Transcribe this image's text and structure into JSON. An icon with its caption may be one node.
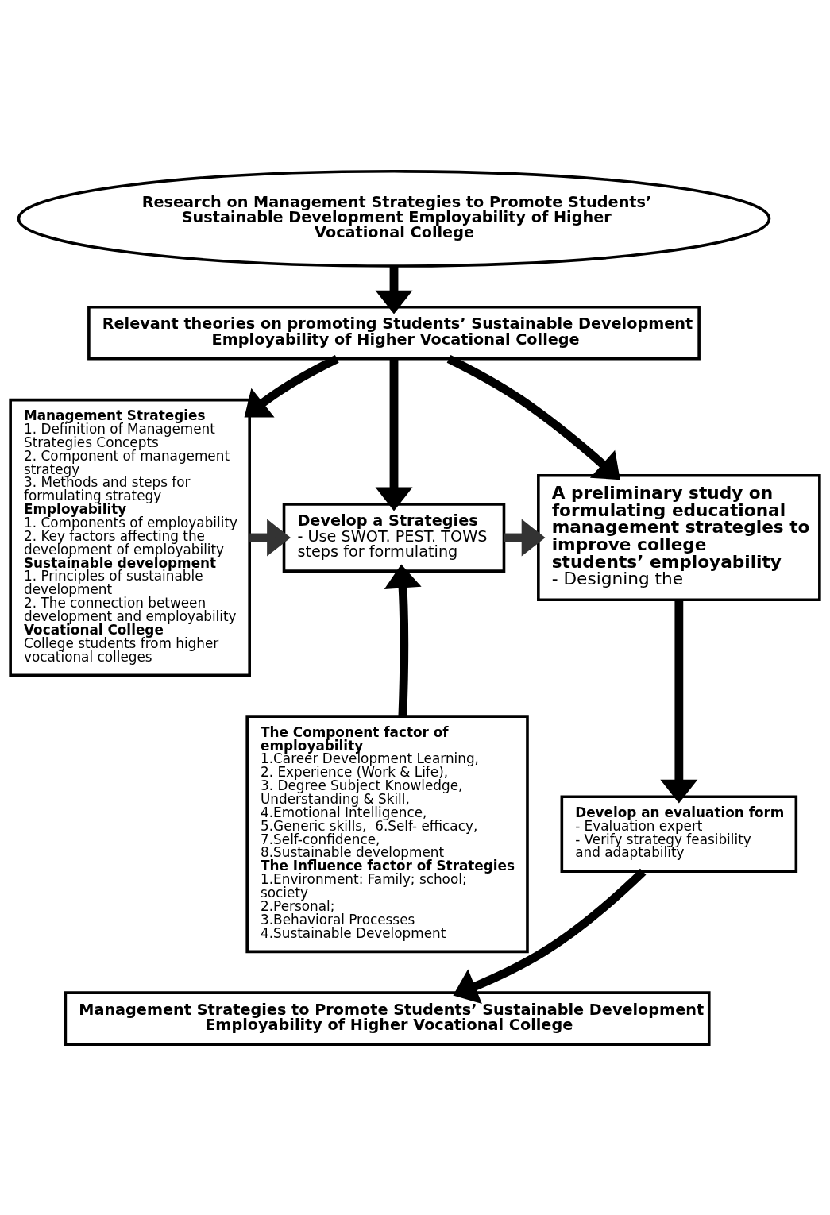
{
  "diagram": {
    "nodes": [
      {
        "text": [
          "Research on Management Strategies to Promote Students’ Sustainable Development Employability of Higher Vocational College"
        ]
      },
      {
        "text": [
          "Relevant theories on promoting Students’ Sustainable Development Employability of Higher Vocational College"
        ]
      },
      {
        "text": [
          "Management Strategies",
          "1. Definition of Management Strategies Concepts",
          "2. Component of management strategy",
          "3. Methods and steps for formulating strategy",
          "Employability",
          "1. Components of employability",
          "2. Key factors affecting the development of employability",
          "Sustainable development",
          "1. Principles of sustainable development",
          "2. The connection between development and employability",
          "Vocational College",
          "College students from higher vocational colleges"
        ]
      },
      {
        "text": [
          "Develop a Strategies",
          "- Use SWOT. PEST. TOWS steps for formulating"
        ]
      },
      {
        "text": [
          "A preliminary study on formulating educational management strategies to improve college students’ employability",
          "- Designing the"
        ]
      },
      {
        "text": [
          "The Component factor of employability",
          "1.Career Development Learning,",
          "2. Experience (Work & Life),",
          "3. Degree Subject Knowledge, Understanding & Skill,",
          "4.Emotional Intelligence,",
          "5.Generic skills,  6.Self- efficacy,",
          "7.Self-confidence,",
          "8.Sustainable development",
          "The Influence factor of Strategies",
          "1.Environment: Family; school; society",
          "2.Personal;",
          "3.Behavioral Processes",
          "4.Sustainable Development"
        ]
      },
      {
        "text": [
          "Develop an evaluation form",
          "- Evaluation expert",
          "- Verify strategy feasibility and adaptability"
        ]
      },
      {
        "text": [
          "Management Strategies to Promote Students’ Sustainable Development Employability of Higher Vocational College"
        ]
      }
    ],
    "edges": [
      {
        "from": 0,
        "to": 1,
        "arrow": "to"
      },
      {
        "from": 1,
        "to": 2,
        "arrow": "to"
      },
      {
        "from": 1,
        "to": 3,
        "arrow": "to"
      },
      {
        "from": 1,
        "to": 4,
        "arrow": "to"
      },
      {
        "from": 2,
        "to": 3,
        "arrow": "to",
        "color": "#333333"
      },
      {
        "from": 3,
        "to": 4,
        "arrow": "to",
        "color": "#333333"
      },
      {
        "from": 5,
        "to": 3,
        "arrow": "to"
      },
      {
        "from": 4,
        "to": 6,
        "arrow": "to"
      },
      {
        "from": 6,
        "to": 7,
        "arrow": "to"
      }
    ]
  }
}
